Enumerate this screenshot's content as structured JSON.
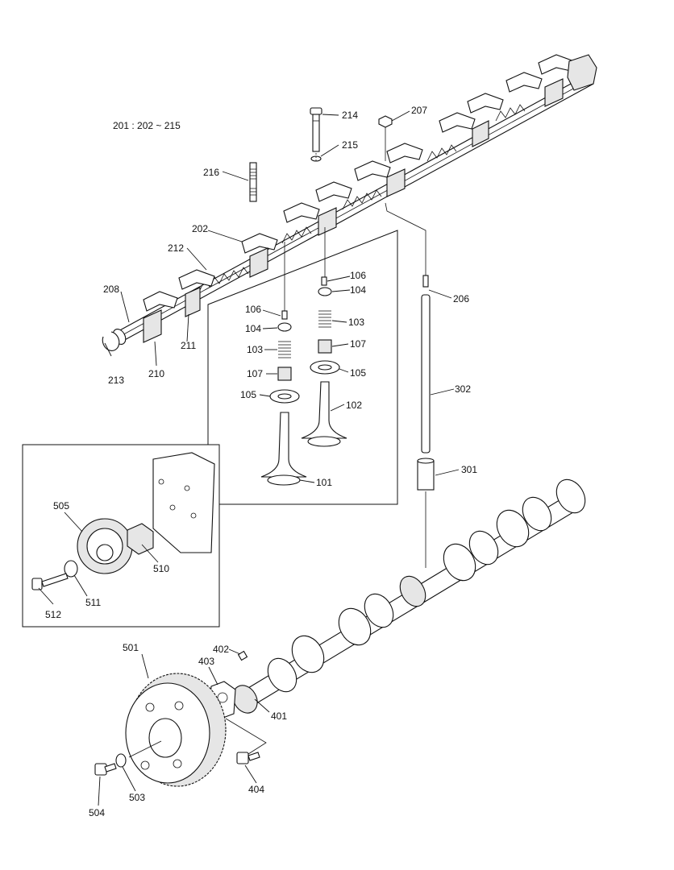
{
  "header": {
    "range_note": "201 : 202 ~ 215"
  },
  "labels": {
    "l101": "101",
    "l102": "102",
    "l103a": "103",
    "l103b": "103",
    "l104a": "104",
    "l104b": "104",
    "l105a": "105",
    "l105b": "105",
    "l106a": "106",
    "l106b": "106",
    "l107a": "107",
    "l107b": "107",
    "l202": "202",
    "l206": "206",
    "l207": "207",
    "l208": "208",
    "l210": "210",
    "l211": "211",
    "l212": "212",
    "l213": "213",
    "l214": "214",
    "l215": "215",
    "l216": "216",
    "l301": "301",
    "l302": "302",
    "l401": "401",
    "l402": "402",
    "l403": "403",
    "l404": "404",
    "l501": "501",
    "l503": "503",
    "l504": "504",
    "l505": "505",
    "l510": "510",
    "l511": "511",
    "l512": "512"
  }
}
